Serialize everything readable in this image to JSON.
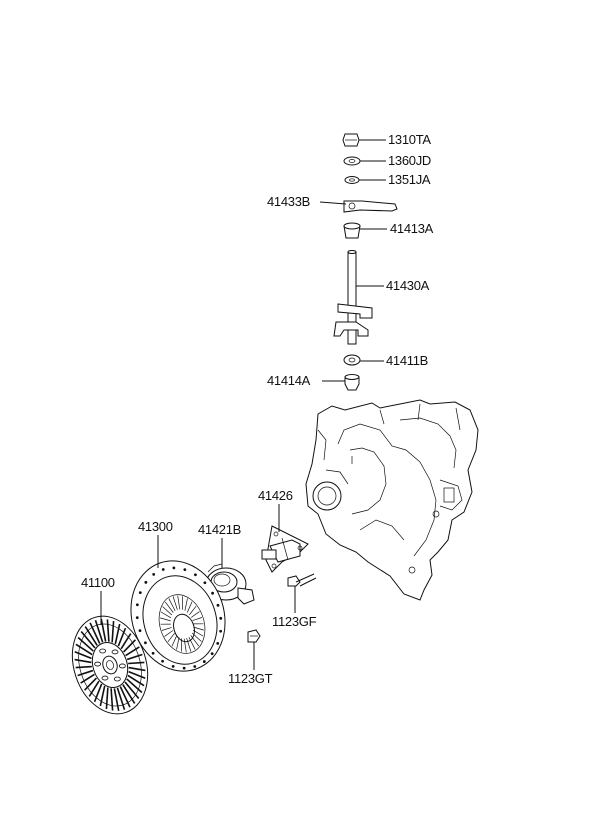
{
  "diagram": {
    "labels": {
      "p1310TA": "1310TA",
      "p1360JD": "1360JD",
      "p1351JA": "1351JA",
      "p41433B": "41433B",
      "p41413A": "41413A",
      "p41430A": "41430A",
      "p41411B": "41411B",
      "p41414A": "41414A",
      "p41426": "41426",
      "p41300": "41300",
      "p41421B": "41421B",
      "p41100": "41100",
      "p1123GF": "1123GF",
      "p1123GT": "1123GT"
    },
    "colors": {
      "line": "#111111",
      "background": "#ffffff"
    }
  }
}
